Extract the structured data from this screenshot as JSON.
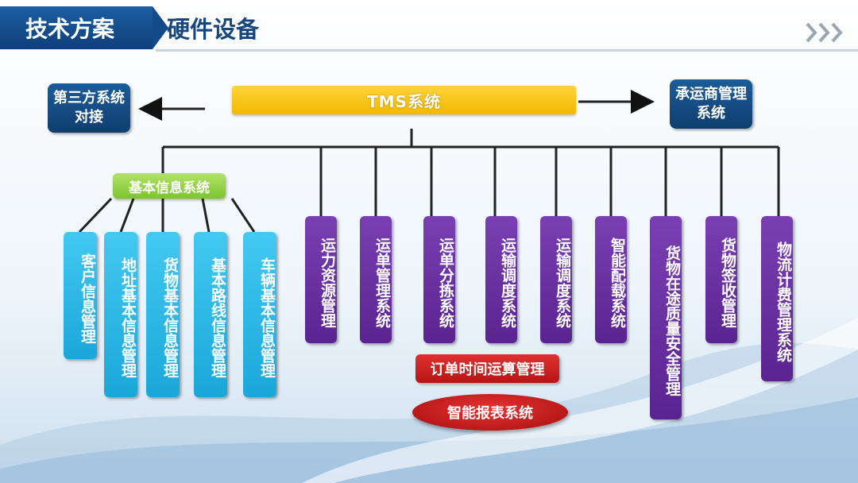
{
  "header": {
    "section_title": "技术方案",
    "page_title": "硬件设备",
    "nav_icon": "triple-chevron-right-icon"
  },
  "diagram": {
    "center": "TMS系统",
    "left_external": "第三方系统对接",
    "right_external": "承运商管理系统",
    "base_group": "基本信息系统",
    "base_children": [
      "客户信息管理",
      "地址基本信息管理",
      "货物基本信息管理",
      "基本路线信息管理",
      "车辆基本信息管理"
    ],
    "systems": [
      "运力资源管理",
      "运单管理系统",
      "运单分拣系统",
      "运输调度系统",
      "运输调度系统",
      "智能配载系统",
      "货物在途质量安全管理",
      "货物签收管理",
      "物流计费管理系统"
    ],
    "order_time": "订单时间运算管理",
    "report": "智能报表系统"
  },
  "colors": {
    "header_blue": "#124a88",
    "tms_yellow": "#f5c000",
    "base_green": "#8fd13c",
    "child_cyan": "#2bb8e8",
    "system_purple": "#6a2fa0",
    "accent_red": "#c81e1e"
  }
}
